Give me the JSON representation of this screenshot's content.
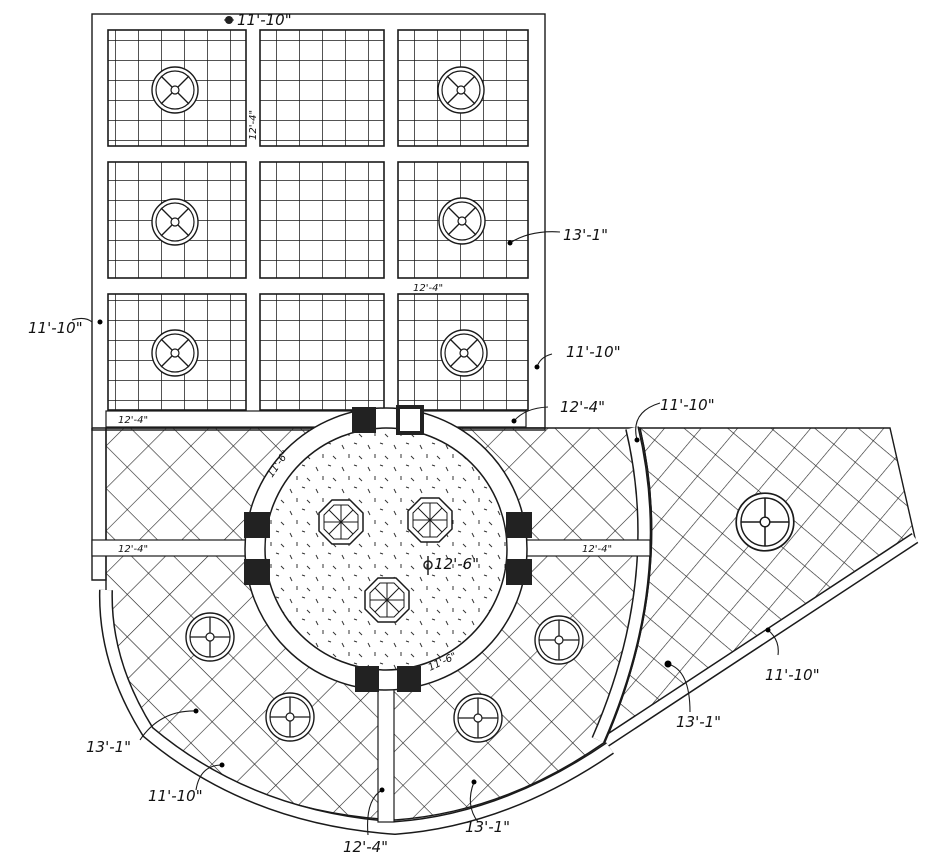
{
  "title": "Garden site plan sketch",
  "colors": {
    "ink": "#1a1a1a",
    "paper": "#ffffff",
    "block": "#222222"
  },
  "labels": [
    "11'-10\"",
    "12'-4\"",
    "13'-1\"",
    "12'-4\"",
    "11'-10\"",
    "11'-10\"",
    "12'-4\"",
    "12'-4\"",
    "11'-10\"",
    "11'-6\"",
    "12'-4\"",
    "12'-6\"",
    "12'-4\"",
    "11'-6\"",
    "11'-10\"",
    "13'-1\"",
    "13'-1\"",
    "11'-10\"",
    "12'-4\"",
    "13'-1\""
  ],
  "icons": {
    "planter": "planter-icon",
    "umbrella": "umbrella-icon",
    "pillar": "pillar-icon",
    "center-mark": "center-mark-icon"
  }
}
